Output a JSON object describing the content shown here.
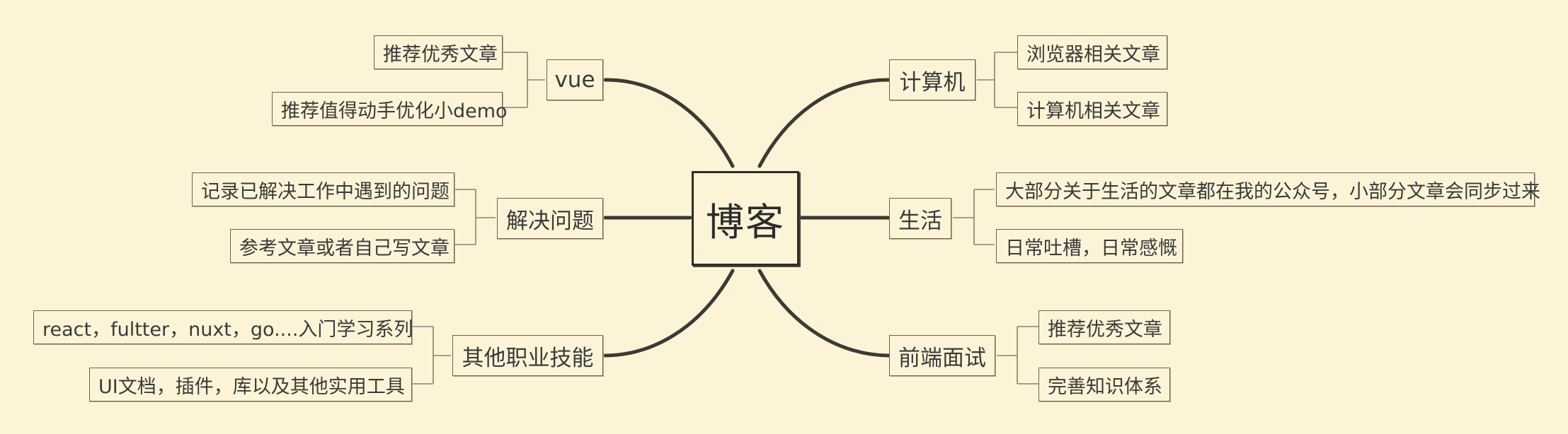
{
  "root": {
    "label": "博客"
  },
  "branches": {
    "vue": {
      "label": "vue",
      "leaves": [
        "推荐优秀文章",
        "推荐值得动手优化小demo"
      ]
    },
    "solve": {
      "label": "解决问题",
      "leaves": [
        "记录已解决工作中遇到的问题",
        "参考文章或者自己写文章"
      ]
    },
    "skills": {
      "label": "其他职业技能",
      "leaves": [
        "react，fultter，nuxt，go....入门学习系列",
        "UI文档，插件，库以及其他实用工具"
      ]
    },
    "computer": {
      "label": "计算机",
      "leaves": [
        "浏览器相关文章",
        "计算机相关文章"
      ]
    },
    "life": {
      "label": "生活",
      "leaves": [
        "大部分关于生活的文章都在我的公众号，小部分文章会同步过来",
        "日常吐槽，日常感慨"
      ]
    },
    "interview": {
      "label": "前端面试",
      "leaves": [
        "推荐优秀文章",
        "完善知识体系"
      ]
    }
  },
  "colors": {
    "background": "#fdf4d8",
    "connector": "#3d3a35",
    "leaf_connector": "#8a8170",
    "border": "#6b6353"
  }
}
